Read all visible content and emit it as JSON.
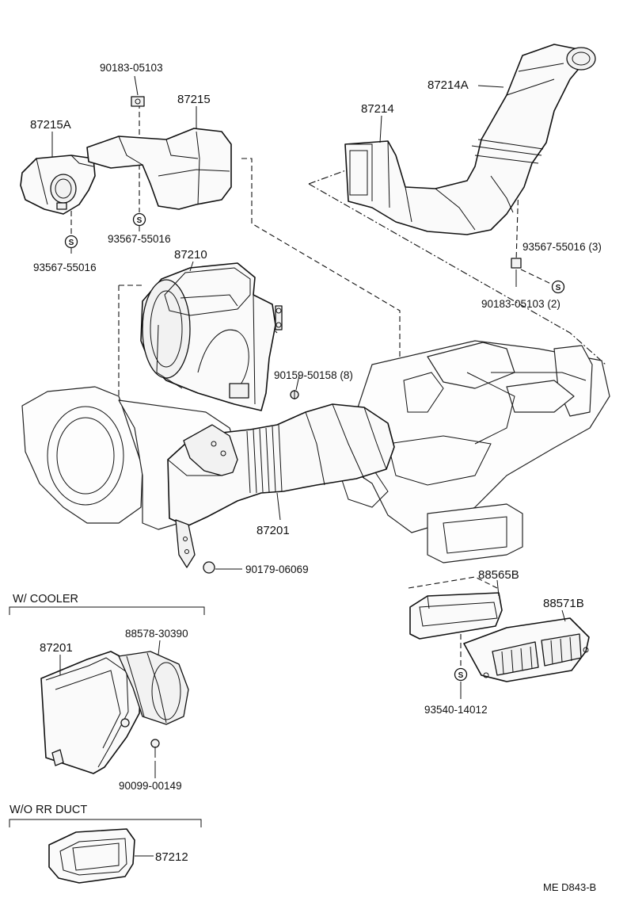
{
  "labels": {
    "p90183_05103": "90183-05103",
    "p87215": "87215",
    "p87215A": "87215A",
    "p93567_55016_a": "93567-55016",
    "p93567_55016_b": "93567-55016",
    "p87214A": "87214A",
    "p87214": "87214",
    "p93567_55016_3": "93567-55016 (3)",
    "p90183_05103_2": "90183-05103 (2)",
    "p87210": "87210",
    "p90159_50158_8": "90159-50158 (8)",
    "p87201": "87201",
    "p90179_06069": "90179-06069",
    "p88565B": "88565B",
    "p88571B": "88571B",
    "p93540_14012": "93540-14012",
    "p87201_cooler": "87201",
    "p88578_30390": "88578-30390",
    "p90099_00149": "90099-00149",
    "p87212": "87212"
  },
  "sections": {
    "with_cooler": "W/ COOLER",
    "without_rr_duct": "W/O RR  DUCT"
  },
  "symbol_letter": "S",
  "figure_ref": "ME  D843-B"
}
